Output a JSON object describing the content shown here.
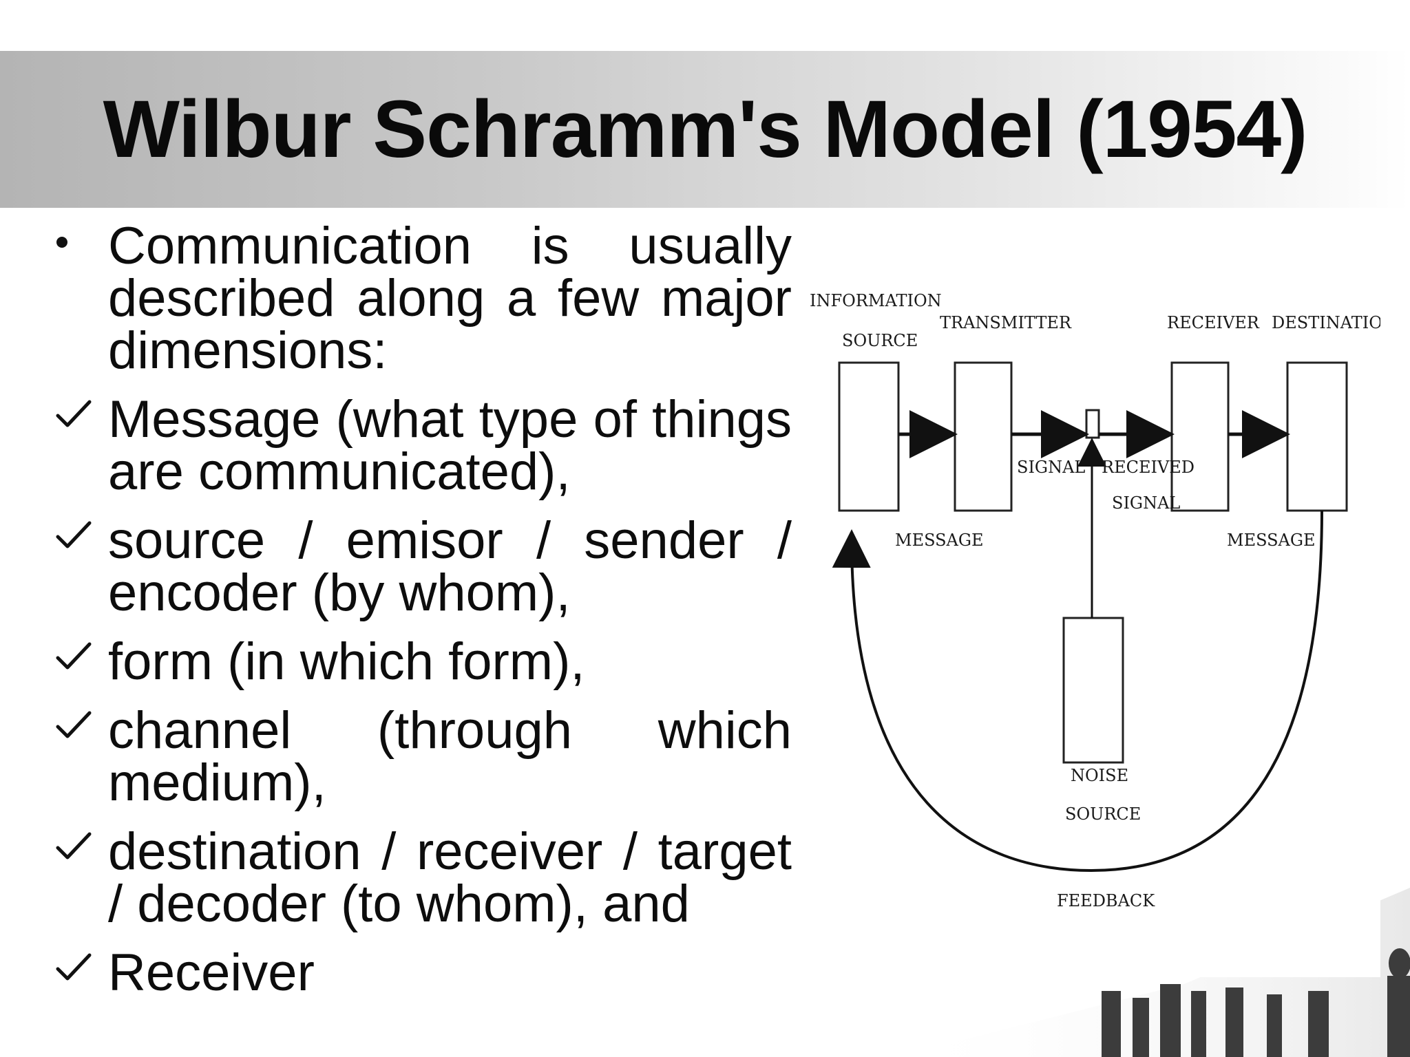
{
  "slide": {
    "title": "Wilbur Schramm's Model (1954)",
    "bullets": [
      {
        "marker": "dot-icon",
        "text": "Communication is usually described along a few major dimensions:"
      },
      {
        "marker": "checkmark-icon",
        "text": "Message (what type of things are communicated),"
      },
      {
        "marker": "checkmark-icon",
        "text": "source / emisor / sender / encoder (by whom),"
      },
      {
        "marker": "checkmark-icon",
        "text": "form (in which form),"
      },
      {
        "marker": "checkmark-icon",
        "text": "channel (through which medium),"
      },
      {
        "marker": "checkmark-icon",
        "text": "destination / receiver / target / decoder (to whom), and"
      },
      {
        "marker": "checkmark-icon",
        "text": "Receiver"
      }
    ]
  },
  "diagram": {
    "info_source_1": "INFORMATION",
    "info_source_2": "SOURCE",
    "transmitter": "TRANSMITTER",
    "receiver": "RECEIVER",
    "destination": "DESTINATION",
    "signal": "SIGNAL",
    "received_signal_1": "RECEIVED",
    "received_signal_2": "SIGNAL",
    "message_left": "MESSAGE",
    "message_right": "MESSAGE",
    "noise_source_1": "NOISE",
    "noise_source_2": "SOURCE",
    "feedback": "FEEDBACK"
  },
  "colors": {
    "title_band_start": "#b4b4b4",
    "title_band_end": "#ffffff",
    "text": "#0d0d0d"
  }
}
